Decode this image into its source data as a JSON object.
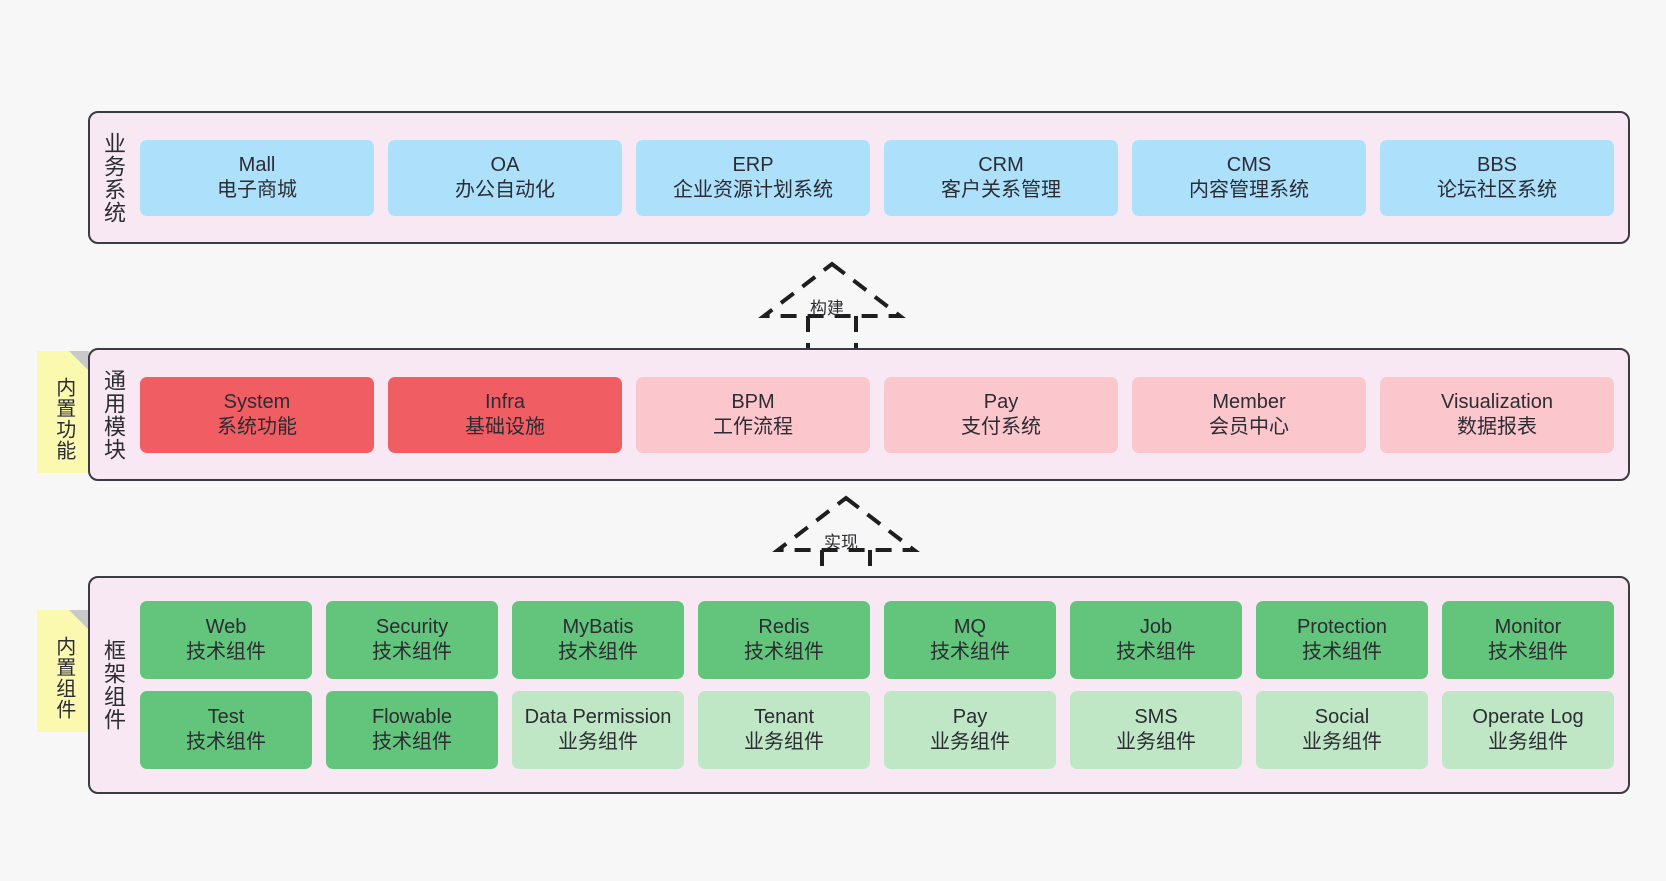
{
  "diagram": {
    "title_note": "",
    "colors": {
      "layer_background": "#f7e8f3",
      "layer_border": "#3c3a42",
      "business_cell": "#ace0fb",
      "common_core_cell": "#f05d62",
      "common_cell": "#fcc6cd",
      "tech_component_cell": "#63c57c",
      "business_component_cell": "#bfe7c6",
      "sticky_note": "#fbf8b0",
      "sticky_fold": "#c9c9c9",
      "page_background": "#f7f7f7"
    }
  },
  "layers": {
    "business": {
      "title": "业务系统",
      "cells": [
        {
          "en": "Mall",
          "cn": "电子商城"
        },
        {
          "en": "OA",
          "cn": "办公自动化"
        },
        {
          "en": "ERP",
          "cn": "企业资源计划系统"
        },
        {
          "en": "CRM",
          "cn": "客户关系管理"
        },
        {
          "en": "CMS",
          "cn": "内容管理系统"
        },
        {
          "en": "BBS",
          "cn": "论坛社区系统"
        }
      ]
    },
    "common": {
      "title": "通用模块",
      "sticky": "内置功能",
      "cells": [
        {
          "en": "System",
          "cn": "系统功能",
          "variant": "c-red"
        },
        {
          "en": "Infra",
          "cn": "基础设施",
          "variant": "c-red"
        },
        {
          "en": "BPM",
          "cn": "工作流程",
          "variant": "c-pink"
        },
        {
          "en": "Pay",
          "cn": "支付系统",
          "variant": "c-pink"
        },
        {
          "en": "Member",
          "cn": "会员中心",
          "variant": "c-pink"
        },
        {
          "en": "Visualization",
          "cn": "数据报表",
          "variant": "c-pink"
        }
      ]
    },
    "framework": {
      "title": "框架组件",
      "sticky": "内置组件",
      "row1": [
        {
          "en": "Web",
          "cn": "技术组件"
        },
        {
          "en": "Security",
          "cn": "技术组件"
        },
        {
          "en": "MyBatis",
          "cn": "技术组件"
        },
        {
          "en": "Redis",
          "cn": "技术组件"
        },
        {
          "en": "MQ",
          "cn": "技术组件"
        },
        {
          "en": "Job",
          "cn": "技术组件"
        },
        {
          "en": "Protection",
          "cn": "技术组件"
        },
        {
          "en": "Monitor",
          "cn": "技术组件"
        }
      ],
      "row2": [
        {
          "en": "Test",
          "cn": "技术组件",
          "variant": "c-green"
        },
        {
          "en": "Flowable",
          "cn": "技术组件",
          "variant": "c-green"
        },
        {
          "en": "Data Permission",
          "cn": "业务组件",
          "variant": "c-green-light"
        },
        {
          "en": "Tenant",
          "cn": "业务组件",
          "variant": "c-green-light"
        },
        {
          "en": "Pay",
          "cn": "业务组件",
          "variant": "c-green-light"
        },
        {
          "en": "SMS",
          "cn": "业务组件",
          "variant": "c-green-light"
        },
        {
          "en": "Social",
          "cn": "业务组件",
          "variant": "c-green-light"
        },
        {
          "en": "Operate Log",
          "cn": "业务组件",
          "variant": "c-green-light"
        }
      ]
    }
  },
  "connectors": [
    {
      "id": "build",
      "label": "构建",
      "style": "dashed-hollow-arrow-up"
    },
    {
      "id": "impl",
      "label": "实现",
      "style": "dashed-hollow-arrow-up"
    }
  ]
}
